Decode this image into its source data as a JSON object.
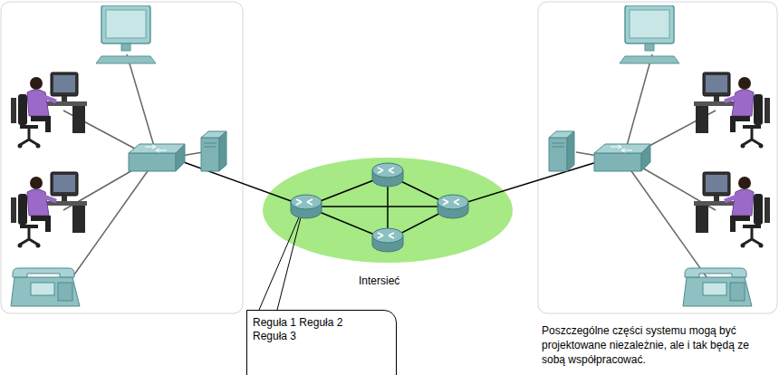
{
  "diagram": {
    "nodes": [
      {
        "text": [
          "Reguła 1 Reguła 2 Reguła 3"
        ]
      }
    ],
    "labels": [
      "Intersieć",
      "Poszczególne części systemu mogą być projektowane niezależnie, ale i tak będą ze sobą współpracować."
    ]
  }
}
